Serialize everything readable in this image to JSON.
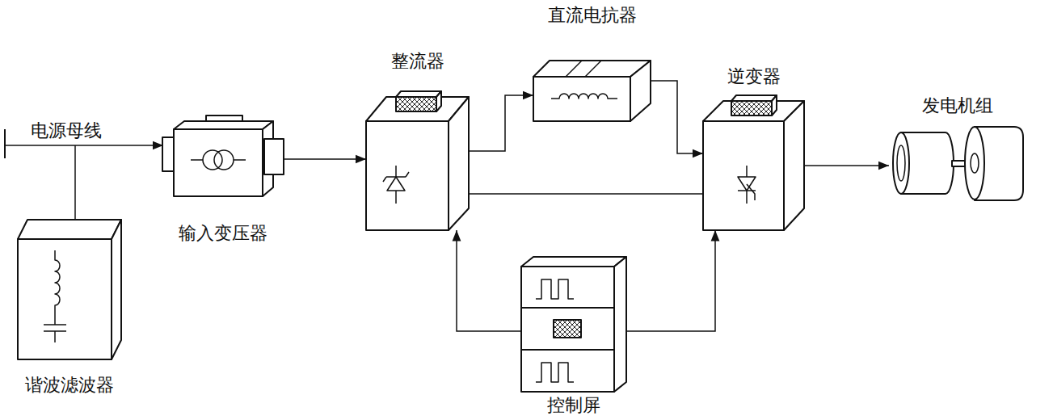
{
  "diagram": {
    "nodes": [
      {
        "text": [
          "谐波滤波器"
        ]
      },
      {
        "text": [
          "输入变压器"
        ]
      },
      {
        "text": [
          "整流器"
        ]
      },
      {
        "text": [
          "直流电抗器"
        ]
      },
      {
        "text": [
          "逆变器"
        ]
      },
      {
        "text": [
          "发电机组"
        ]
      },
      {
        "text": [
          "控制屏"
        ]
      }
    ],
    "edges": [
      {
        "from": 1,
        "to": 2,
        "arrow": "to"
      },
      {
        "from": 2,
        "to": 3,
        "arrow": "to"
      },
      {
        "from": 3,
        "to": 4,
        "arrow": "to"
      },
      {
        "from": 2,
        "to": 4,
        "arrow": "none"
      },
      {
        "from": 4,
        "to": 5,
        "arrow": "to"
      },
      {
        "from": 6,
        "to": 2,
        "arrow": "to"
      },
      {
        "from": 6,
        "to": 4,
        "arrow": "to"
      }
    ],
    "labels": [
      "电源母线"
    ]
  }
}
